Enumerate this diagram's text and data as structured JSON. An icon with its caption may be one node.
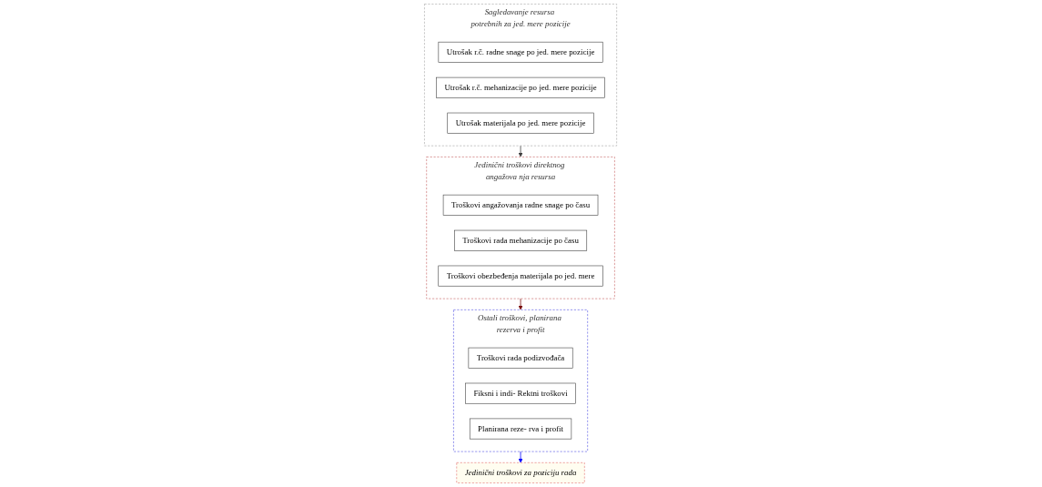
{
  "diagram": {
    "nodes": [
      {
        "text": [
          "Sagledavanje resursa potrebnih za jed. mere pozicije"
        ]
      },
      {
        "text": [
          "Utrošak r.č. radne snage po jed. mere pozicije"
        ],
        "in": 0
      },
      {
        "text": [
          "Utrošak r.č. mehanizacije po jed. mere pozicije"
        ],
        "in": 0
      },
      {
        "text": [
          "Utrošak materijala po jed. mere pozicije"
        ],
        "in": 0
      },
      {
        "text": [
          "Jedinični troškovi direktnog angažova nja resursa"
        ]
      },
      {
        "text": [
          "Troškovi angažovanja radne snage po času"
        ],
        "in": 4
      },
      {
        "text": [
          "Troškovi rada mehanizacije po času"
        ],
        "in": 4
      },
      {
        "text": [
          "Troškovi obezbeđenja materijala po jed. mere"
        ],
        "in": 4
      },
      {
        "text": [
          "Ostali troškovi, planirana rezerva i profit"
        ]
      },
      {
        "text": [
          "Troškovi rada podizvođača"
        ],
        "in": 8
      },
      {
        "text": [
          "Fiksni i indi- Rektni troškovi"
        ],
        "in": 8
      },
      {
        "text": [
          "Planirana reze- rva i profit"
        ],
        "in": 8
      },
      {
        "text": [
          "Jedinični troškovi za poziciju rada"
        ]
      }
    ],
    "edges": [
      {
        "from": 0,
        "to": 4,
        "arrow": "to",
        "color": "#404040"
      },
      {
        "from": 4,
        "to": 8,
        "arrow": "to",
        "color": "#7b1010"
      },
      {
        "from": 8,
        "to": 12,
        "arrow": "to",
        "color": "#0000ff"
      }
    ]
  }
}
